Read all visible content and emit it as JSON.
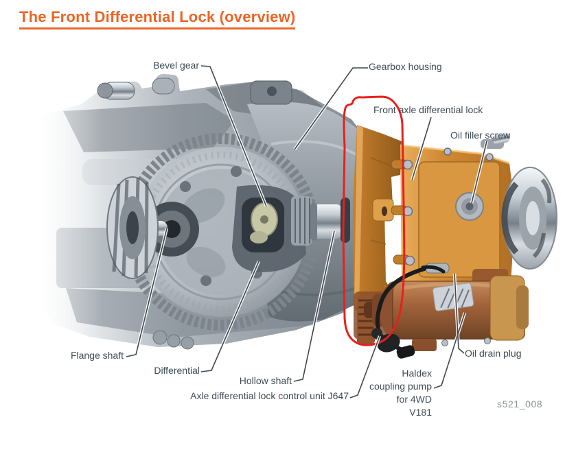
{
  "title": "The Front Differential Lock (overview)",
  "figure": {
    "ref_code": "s521_008",
    "labels": {
      "bevel_gear": "Bevel gear",
      "gearbox_housing": "Gearbox housing",
      "front_axle_diff_lock": "Front axle differential lock",
      "oil_filler_screw": "Oil filler screw",
      "flange_shaft": "Flange shaft",
      "differential": "Differential",
      "hollow_shaft": "Hollow shaft",
      "axle_diff_lock_control_unit": "Axle differential lock control unit J647",
      "haldex": {
        "line1": "Haldex",
        "line2": "coupling pump",
        "line3": "for 4WD",
        "line4": "V181"
      },
      "oil_drain_plug": "Oil drain plug"
    },
    "colors": {
      "title_orange": "#EB6525",
      "label_text": "#3E4B55",
      "highlight_red": "#E8201D",
      "housing_orange": "#D28A36",
      "pump_bronze": "#A2643C",
      "gearbox_gray": "#939BA3"
    }
  }
}
